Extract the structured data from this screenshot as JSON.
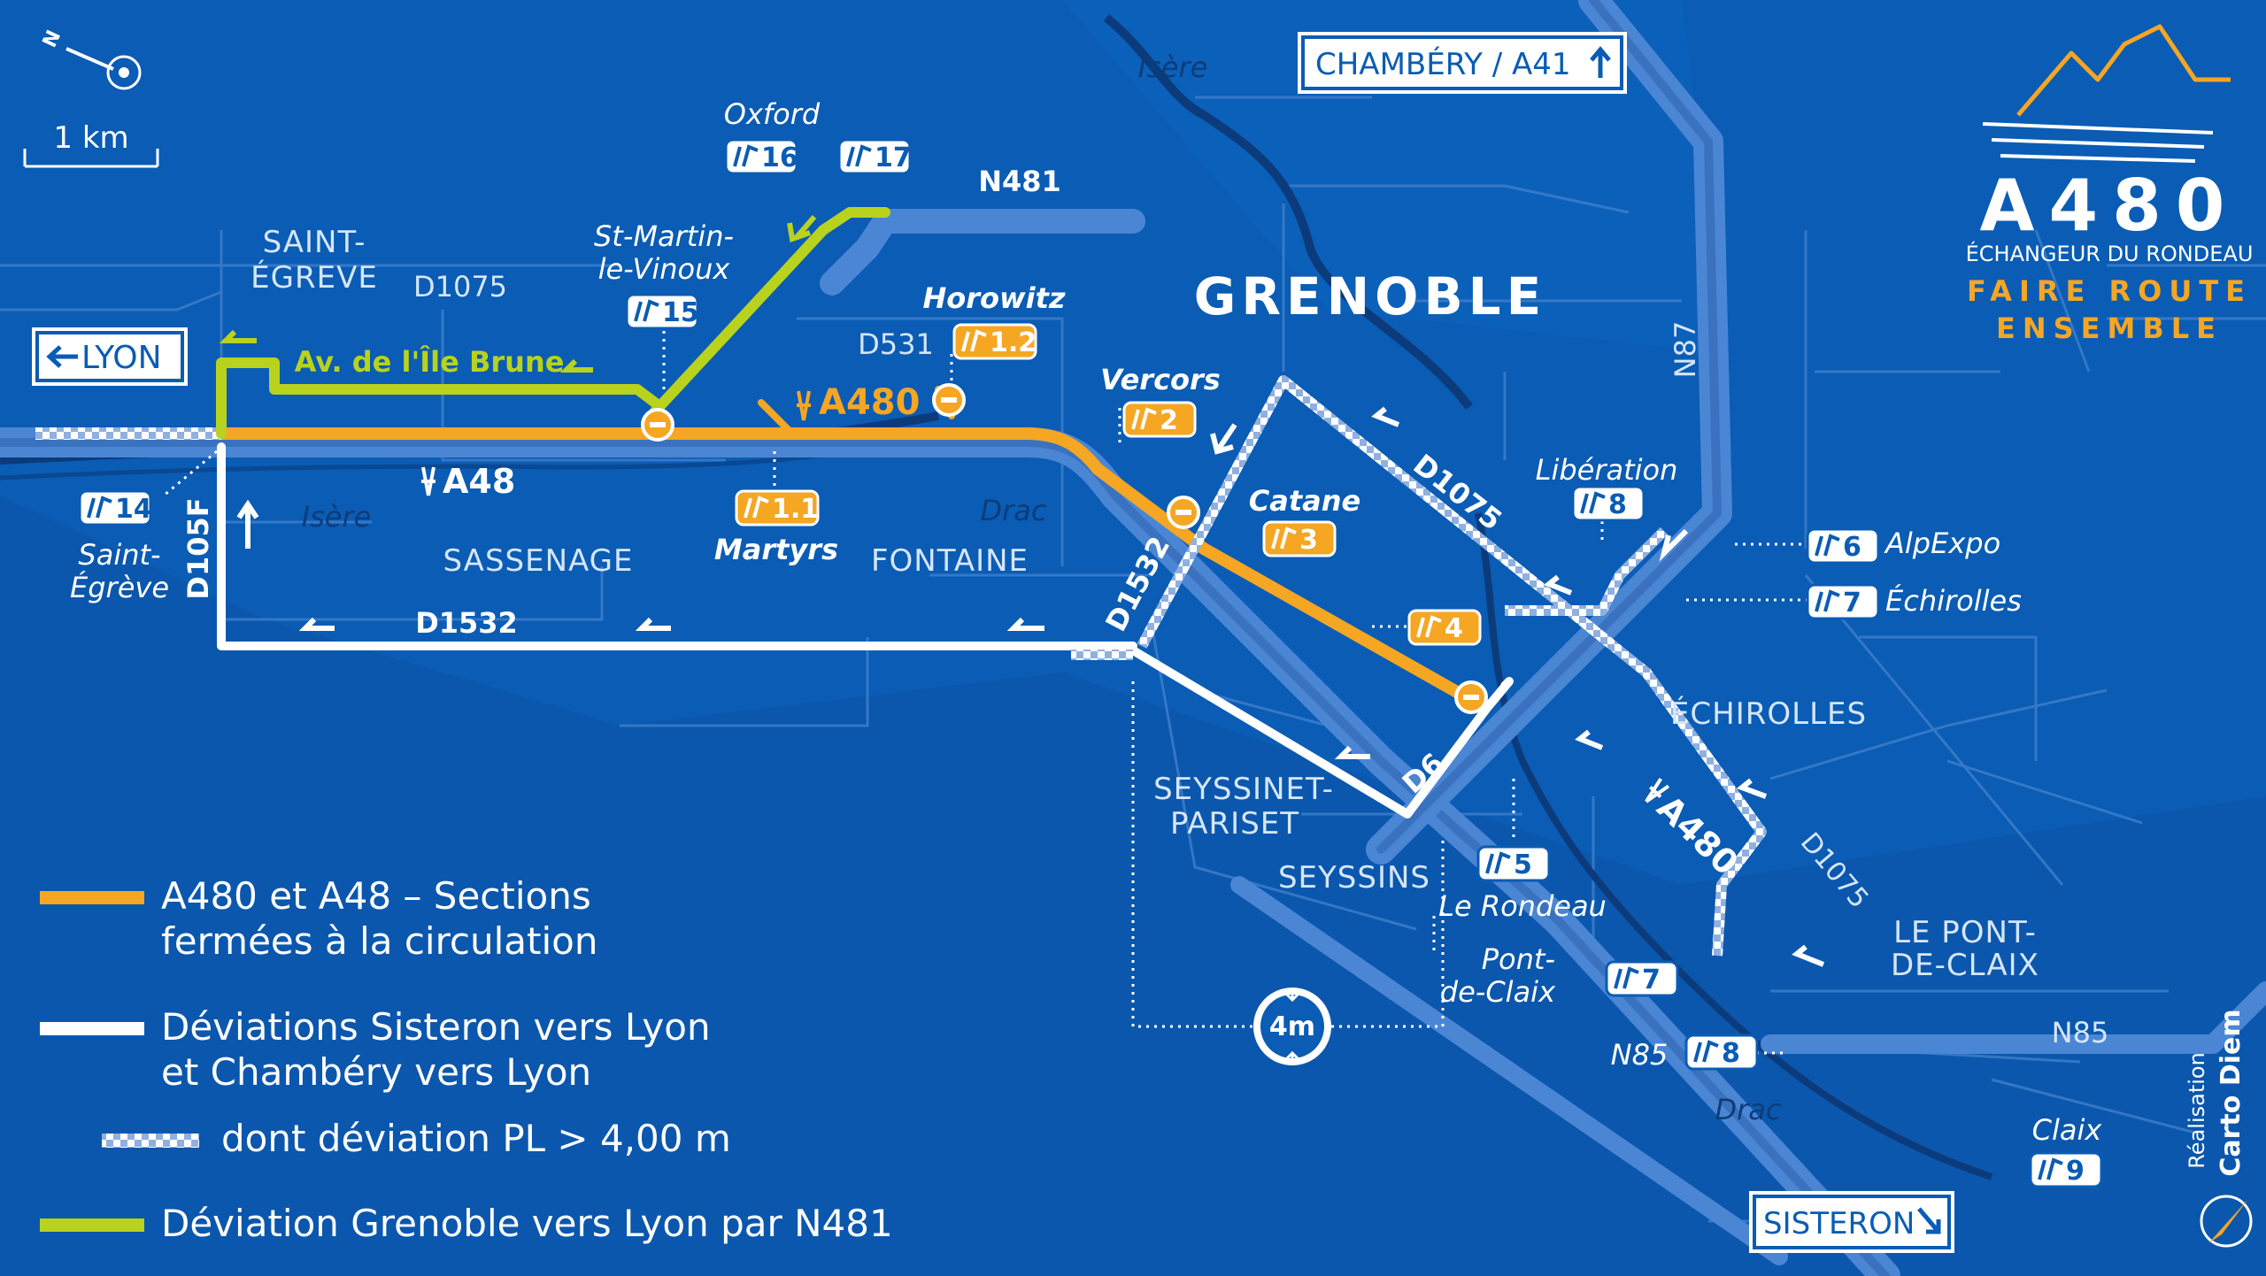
{
  "scale": {
    "label": "1 km"
  },
  "brand": {
    "title": "A480",
    "subtitle": "ÉCHANGEUR DU RONDEAU",
    "slogan_line1": "FAIRE ROUTE",
    "slogan_line2": "ENSEMBLE"
  },
  "credit": {
    "line1": "Réalisation",
    "line2": "Carto Diem"
  },
  "signs": {
    "lyon": "LYON",
    "chambery": "CHAMBÉRY / A41",
    "sisteron": "SISTERON"
  },
  "places": {
    "saint_egreve": [
      "SAINT-",
      "ÉGREVE"
    ],
    "grenoble": "GRENOBLE",
    "sassenage": "SASSENAGE",
    "fontaine": "FONTAINE",
    "seyssinet": [
      "SEYSSINET-",
      "PARISET"
    ],
    "seyssins": "SEYSSINS",
    "echirolles": "ÉCHIROLLES",
    "pont_de_claix": [
      "LE PONT-",
      "DE-CLAIX"
    ]
  },
  "rivers": {
    "isere_north": "Isère",
    "isere_west": "Isère",
    "drac_mid": "Drac",
    "drac_south": "Drac"
  },
  "roads": {
    "n481": "N481",
    "d1075_west": "D1075",
    "d531": "D531",
    "a480_orange": "A480",
    "a48": "A48",
    "d105f": "D105F",
    "d1532_low": "D1532",
    "d1532_diag": "D1532",
    "d1075_diag": "D1075",
    "d6": "D6",
    "a480_south": "A480",
    "d1075_se": "D1075",
    "n87": "N87",
    "n85_left": "N85",
    "n85_right": "N85",
    "ile_brune": "Av. de l'Île Brune"
  },
  "exits": [
    {
      "num": "14",
      "name": [
        "Saint-",
        "Égrève"
      ],
      "closed": false
    },
    {
      "num": "15",
      "name": [
        "St-Martin-",
        "le-Vinoux"
      ],
      "closed": false
    },
    {
      "num": "16",
      "name": [
        "Oxford"
      ],
      "closed": false
    },
    {
      "num": "17",
      "name": [],
      "closed": false
    },
    {
      "num": "1.1",
      "name": [
        "Martyrs"
      ],
      "closed": true
    },
    {
      "num": "1.2",
      "name": [
        "Horowitz"
      ],
      "closed": true
    },
    {
      "num": "2",
      "name": [
        "Vercors"
      ],
      "closed": true
    },
    {
      "num": "3",
      "name": [
        "Catane"
      ],
      "closed": true
    },
    {
      "num": "4",
      "name": [],
      "closed": true
    },
    {
      "num": "5",
      "name": [
        "Le Rondeau"
      ],
      "closed": false
    },
    {
      "num": "6",
      "name": [
        "AlpExpo"
      ],
      "closed": false
    },
    {
      "num": "7",
      "name": [
        "Échirolles"
      ],
      "closed": false
    },
    {
      "num": "8",
      "name": [
        "Libération"
      ],
      "closed": false
    },
    {
      "num": "7",
      "name": [
        "Pont-",
        "de-Claix"
      ],
      "closed": false
    },
    {
      "num": "8",
      "name": [
        "N85"
      ],
      "closed": false
    },
    {
      "num": "9",
      "name": [
        "Claix"
      ],
      "closed": false
    }
  ],
  "height_limit": "4m",
  "legend": [
    {
      "kind": "orange",
      "lines": [
        "A480 et A48 – Sections",
        "fermées à la circulation"
      ]
    },
    {
      "kind": "white",
      "lines": [
        "Déviations Sisteron vers Lyon",
        "et Chambéry vers Lyon"
      ]
    },
    {
      "kind": "dashed",
      "lines": [
        "dont déviation PL > 4,00 m"
      ]
    },
    {
      "kind": "green",
      "lines": [
        "Déviation Grenoble vers Lyon par N481"
      ]
    }
  ],
  "colors": {
    "background": "#0a5cb4",
    "closed": "#f5a623",
    "detour": "#ffffff",
    "n481_detour": "#b9d21e",
    "motorway": "#4a86d4"
  }
}
